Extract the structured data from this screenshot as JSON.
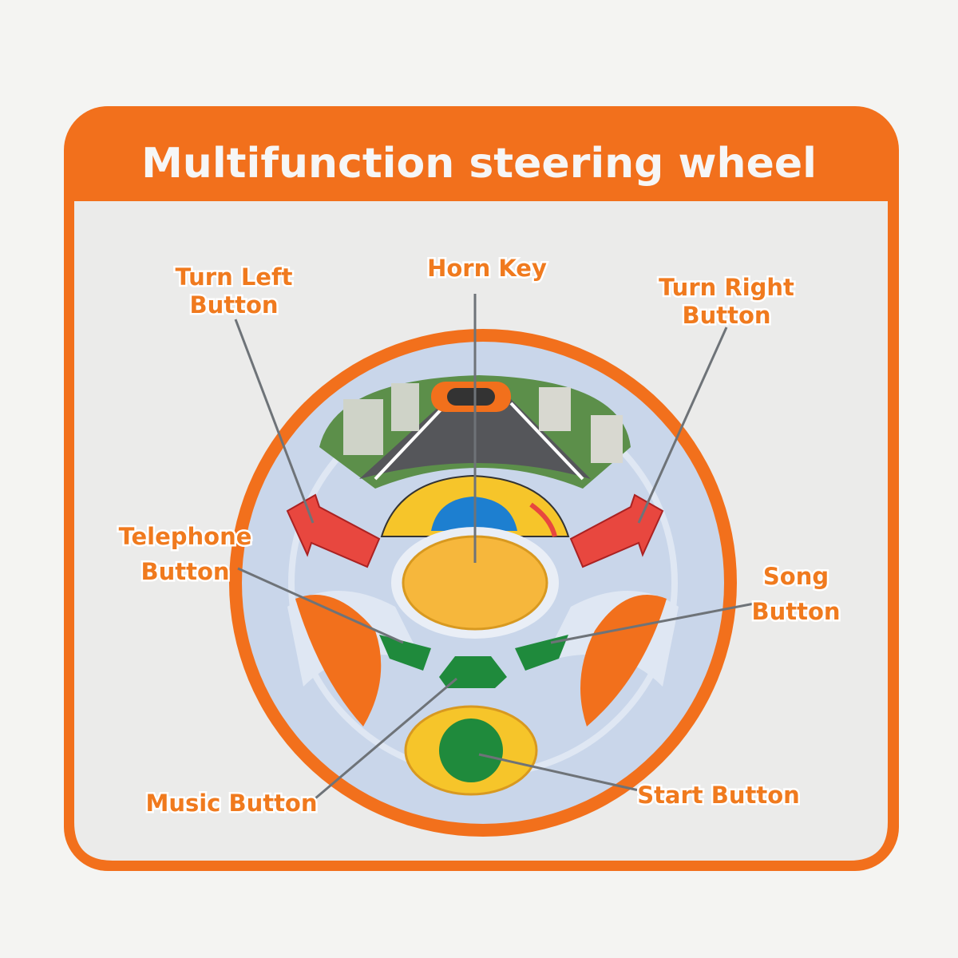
{
  "title": "Multifunction steering wheel",
  "labels": {
    "turn_left": [
      "Turn Left",
      "Button"
    ],
    "horn": "Horn Key",
    "turn_right": [
      "Turn Right",
      "Button"
    ],
    "telephone": [
      "Telephone",
      "Button"
    ],
    "song": [
      "Song",
      "Button"
    ],
    "music": "Music Button",
    "start": "Start Button"
  },
  "colors": {
    "orange": "#f2701c",
    "panel": "#ebebea",
    "wheel": "#c9d6ea",
    "horn": "#f6b73c",
    "green": "#1f8a3c",
    "red_arrow": "#e8473f"
  }
}
